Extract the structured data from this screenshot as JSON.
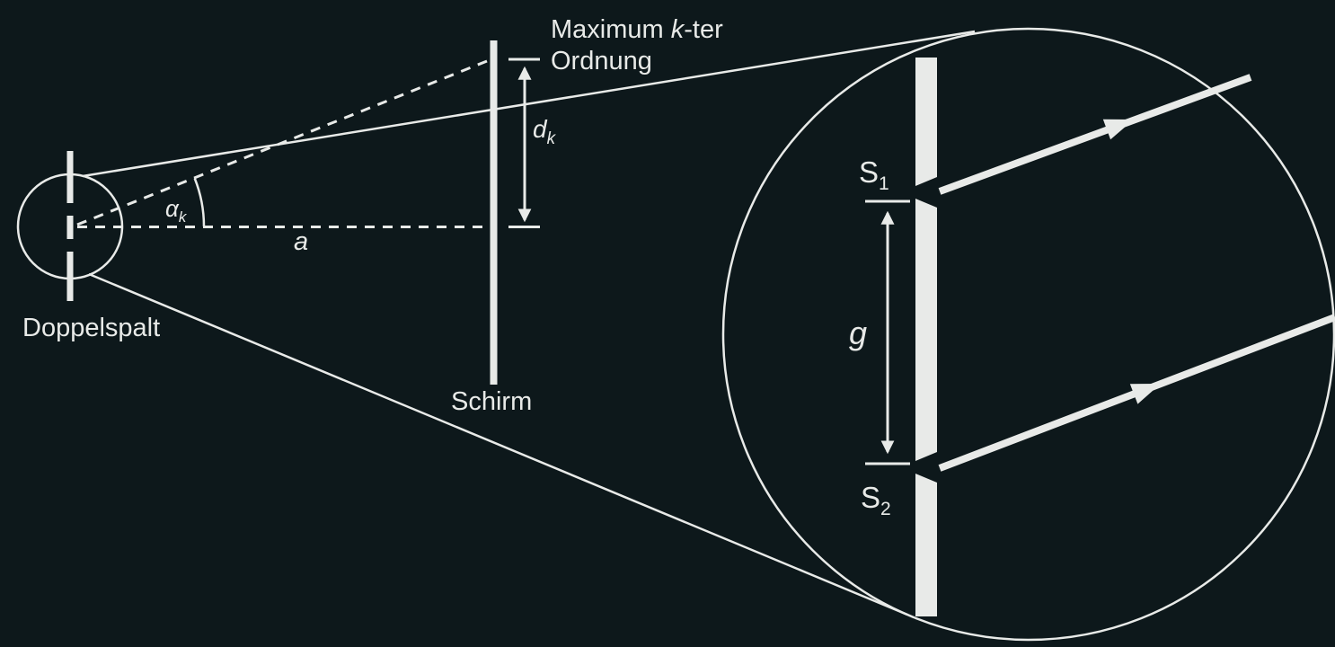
{
  "colors": {
    "background": "#0d181b",
    "ink": "#e8eae8"
  },
  "labels": {
    "doppelspalt": "Doppelspalt",
    "schirm": "Schirm",
    "maximum_prefix": "Maximum ",
    "maximum_k": "k",
    "maximum_suffix": "-ter",
    "maximum_line2": "Ordnung",
    "alpha_base": "α",
    "alpha_sub": "k",
    "d_base": "d",
    "d_sub": "k",
    "a": "a",
    "g": "g",
    "s1_base": "S",
    "s1_sub": "1",
    "s2_base": "S",
    "s2_sub": "2"
  }
}
